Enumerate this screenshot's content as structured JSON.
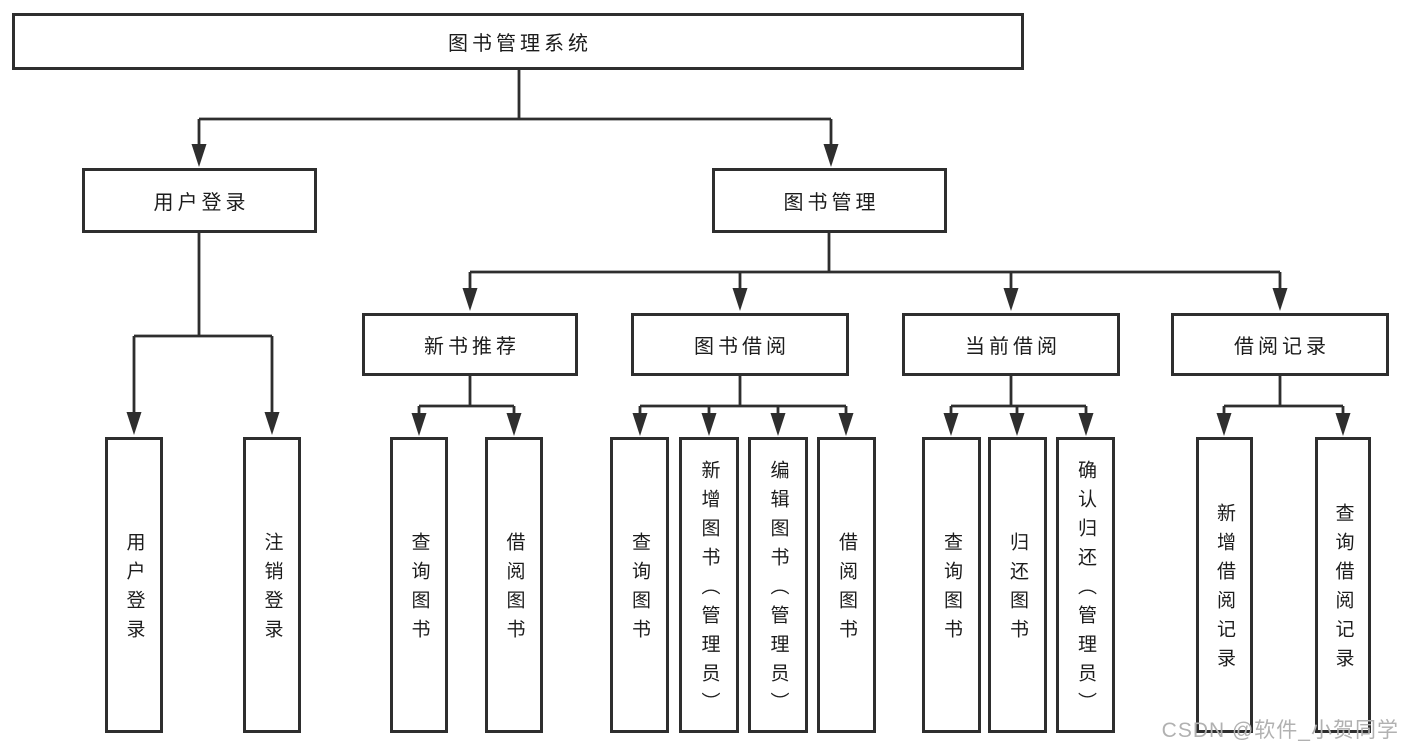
{
  "diagram": {
    "root": {
      "label": "图书管理系统"
    },
    "branches": [
      {
        "label": "用户登录",
        "children": [
          {
            "label": "用户登录"
          },
          {
            "label": "注销登录"
          }
        ]
      },
      {
        "label": "图书管理",
        "children": [
          {
            "label": "新书推荐",
            "children": [
              {
                "label": "查询图书"
              },
              {
                "label": "借阅图书"
              }
            ]
          },
          {
            "label": "图书借阅",
            "children": [
              {
                "label": "查询图书"
              },
              {
                "label": "新增图书（管理员）"
              },
              {
                "label": "编辑图书（管理员）"
              },
              {
                "label": "借阅图书"
              }
            ]
          },
          {
            "label": "当前借阅",
            "children": [
              {
                "label": "查询图书"
              },
              {
                "label": "归还图书"
              },
              {
                "label": "确认归还（管理员）"
              }
            ]
          },
          {
            "label": "借阅记录",
            "children": [
              {
                "label": "新增借阅记录"
              },
              {
                "label": "查询借阅记录"
              }
            ]
          }
        ]
      }
    ],
    "watermark": "CSDN @软件_小贺同学",
    "colors": {
      "line": "#2e2e2e",
      "text": "#1c1c1c",
      "background": "#ffffff",
      "watermark": "#b1b1b1"
    }
  }
}
